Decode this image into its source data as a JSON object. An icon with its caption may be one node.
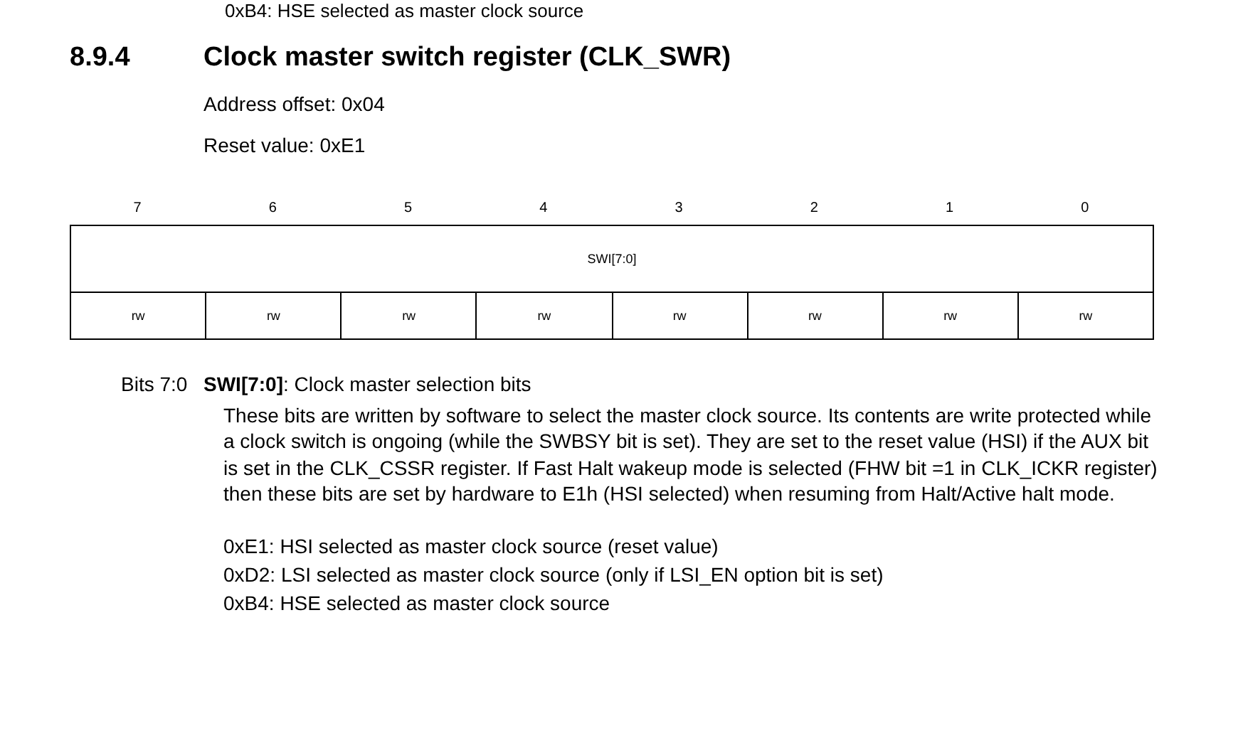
{
  "diagram": {
    "title": "Clock master switch register (CLK_SWR)",
    "labels": [
      "0xB4: HSE selected as master clock source",
      "8.9.4",
      "Address offset: 0x04",
      "Reset value: 0xE1",
      "7",
      "6",
      "5",
      "4",
      "3",
      "2",
      "1",
      "0",
      "SWI[7:0]",
      "rw",
      "rw",
      "rw",
      "rw",
      "rw",
      "rw",
      "rw",
      "rw",
      "Bits 7:0",
      "**SWI[7:0]**: Clock master selection bits",
      "These bits are written by software to select the master clock source. Its contents are write protected while a clock switch is ongoing (while the SWBSY bit is set). They are set to the reset value (HSI) if the AUX bit is set in the CLK_CSSR register. If Fast Halt wakeup mode is selected (FHW bit =1 in CLK_ICKR register) then these bits are set by hardware to E1h (HSI selected) when resuming from Halt/Active halt mode.",
      "0xE1: HSI selected as master clock source (reset value)",
      "0xD2: LSI selected as master clock source (only if LSI_EN option bit is set)",
      "0xB4: HSE selected as master clock source"
    ]
  }
}
